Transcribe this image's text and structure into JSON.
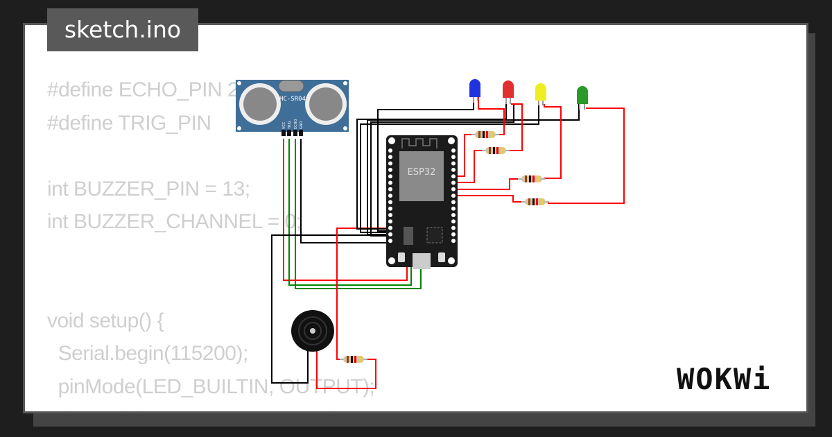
{
  "file_tab": {
    "title": "sketch.ino"
  },
  "code_lines": [
    "#define ECHO_PIN 2",
    "#define TRIG_PIN",
    "",
    "int BUZZER_PIN = 13;",
    "int BUZZER_CHANNEL = 0;",
    "",
    "",
    "void setup() {",
    "  Serial.begin(115200);",
    "  pinMode(LED_BUILTIN, OUTPUT);",
    "  pinMode(TRIG_PIN, OUTPUT);"
  ],
  "circuit": {
    "sensor": {
      "label": "HC-SR04",
      "pins": [
        "VCC",
        "TRIG",
        "ECHO",
        "GND"
      ]
    },
    "board": {
      "label": "ESP32"
    },
    "leds": [
      {
        "color": "#2233dd"
      },
      {
        "color": "#e03030"
      },
      {
        "color": "#eeee22"
      },
      {
        "color": "#2a9a2a"
      }
    ],
    "wire_colors": {
      "power": "#ff0000",
      "signal": "#008000",
      "ground": "#000000"
    }
  },
  "brand": {
    "logo": "WOKWi"
  }
}
